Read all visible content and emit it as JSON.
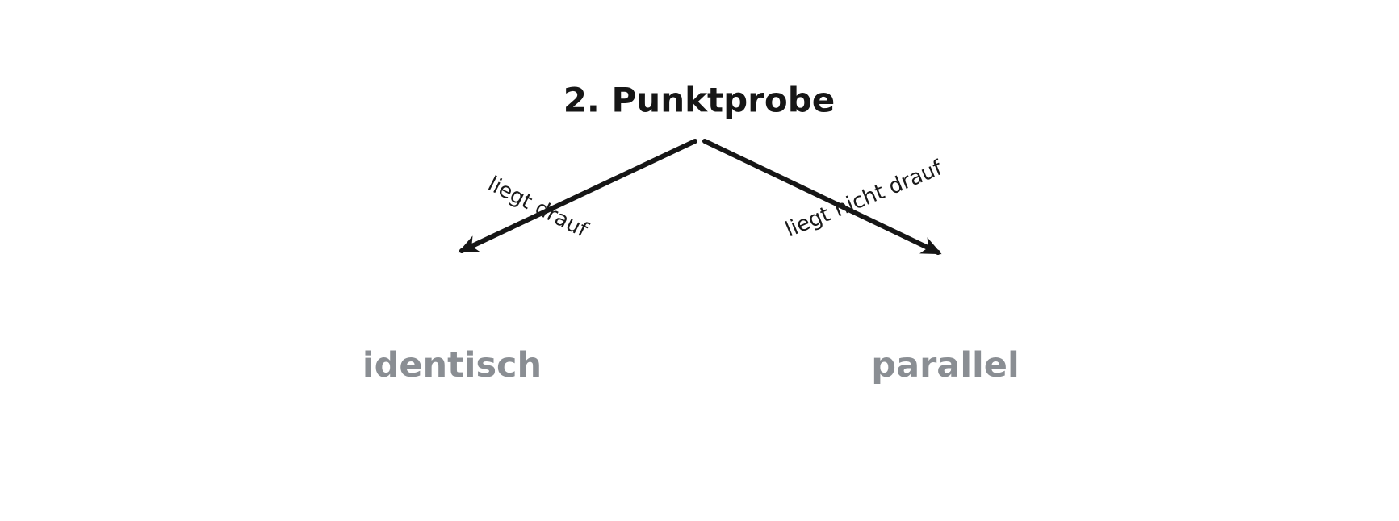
{
  "diagram": {
    "title": "2. Punktprobe",
    "left_branch": {
      "edge_label": "liegt drauf",
      "result_label": "identisch"
    },
    "right_branch": {
      "edge_label": "liegt nicht drauf",
      "result_label": "parallel"
    },
    "colors": {
      "arrow": "#161616",
      "edge_text": "#1a1a1a",
      "result_text": "#8a8e93",
      "background": "#ffffff"
    }
  }
}
